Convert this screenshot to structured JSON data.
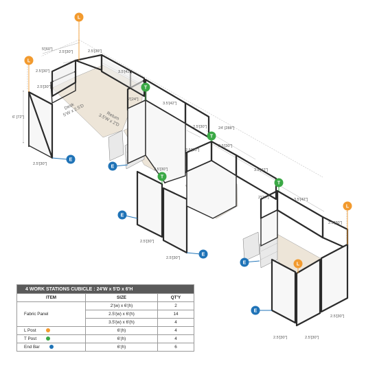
{
  "colors": {
    "l_post": "#f29a2e",
    "t_post": "#3aa845",
    "end_bar": "#1f73b7",
    "table_caption_bg": "#5a5a5a",
    "desk": "#ede5d8"
  },
  "badges": {
    "l": "L",
    "t": "T",
    "e": "E"
  },
  "dimensions": {
    "d60": "5'[60\"]",
    "d30": "2.5'[30\"]",
    "d42": "3.5'[42\"]",
    "d24": "2'[24\"]",
    "d72": "6' [72\"]",
    "d288": "24' [288\"]"
  },
  "desk_labels": {
    "desk_line1": "Desk",
    "desk_line2": "5'W x 2.5'D",
    "return_line1": "Return",
    "return_line2": "3.5'W x 2'D"
  },
  "table": {
    "caption": "4  WORK STATIONS  CUBICLE  : 24'W x 5'D x 6'H",
    "headers": {
      "item": "ITEM",
      "size": "SIZE",
      "qty": "QT'Y"
    },
    "fabric_panel": {
      "label": "Fabric Panel",
      "rows": [
        {
          "size": "2'(w) x 6'(h)",
          "qty": "2"
        },
        {
          "size": "2.5'(w) x 6'(h)",
          "qty": "14"
        },
        {
          "size": "3.5'(w) x 6'(h)",
          "qty": "4"
        }
      ]
    },
    "posts": [
      {
        "label": "L Post",
        "size": "6'(h)",
        "qty": "4",
        "color": "#f29a2e",
        "key": "l-post"
      },
      {
        "label": "T Post",
        "size": "6'(h)",
        "qty": "4",
        "color": "#3aa845",
        "key": "t-post"
      },
      {
        "label": "End  Bar",
        "size": "6'(h)",
        "qty": "6",
        "color": "#1f73b7",
        "key": "end-bar"
      }
    ]
  }
}
